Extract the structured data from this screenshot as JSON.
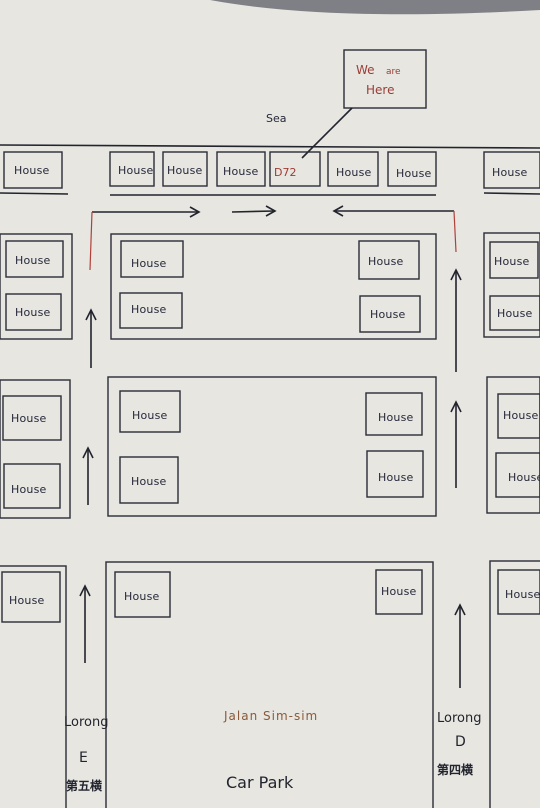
{
  "map": {
    "callout": {
      "line1": "We",
      "line1b": "are",
      "line2": "Here"
    },
    "sea_label": "Sea",
    "house_label": "House",
    "target_house": "D72",
    "street_center": "Jalan  Sim-sim",
    "car_park": "Car    Park",
    "lane_left": {
      "name": "Lorong",
      "letter": "E",
      "chinese": "第五横"
    },
    "lane_right": {
      "name": "Lorong",
      "letter": "D",
      "chinese": "第四横"
    },
    "colors": {
      "paper": "#e7e6e1",
      "ink": "#22242e",
      "red_ink": "#b0413a",
      "brown_ink": "#8a5a3a"
    }
  }
}
